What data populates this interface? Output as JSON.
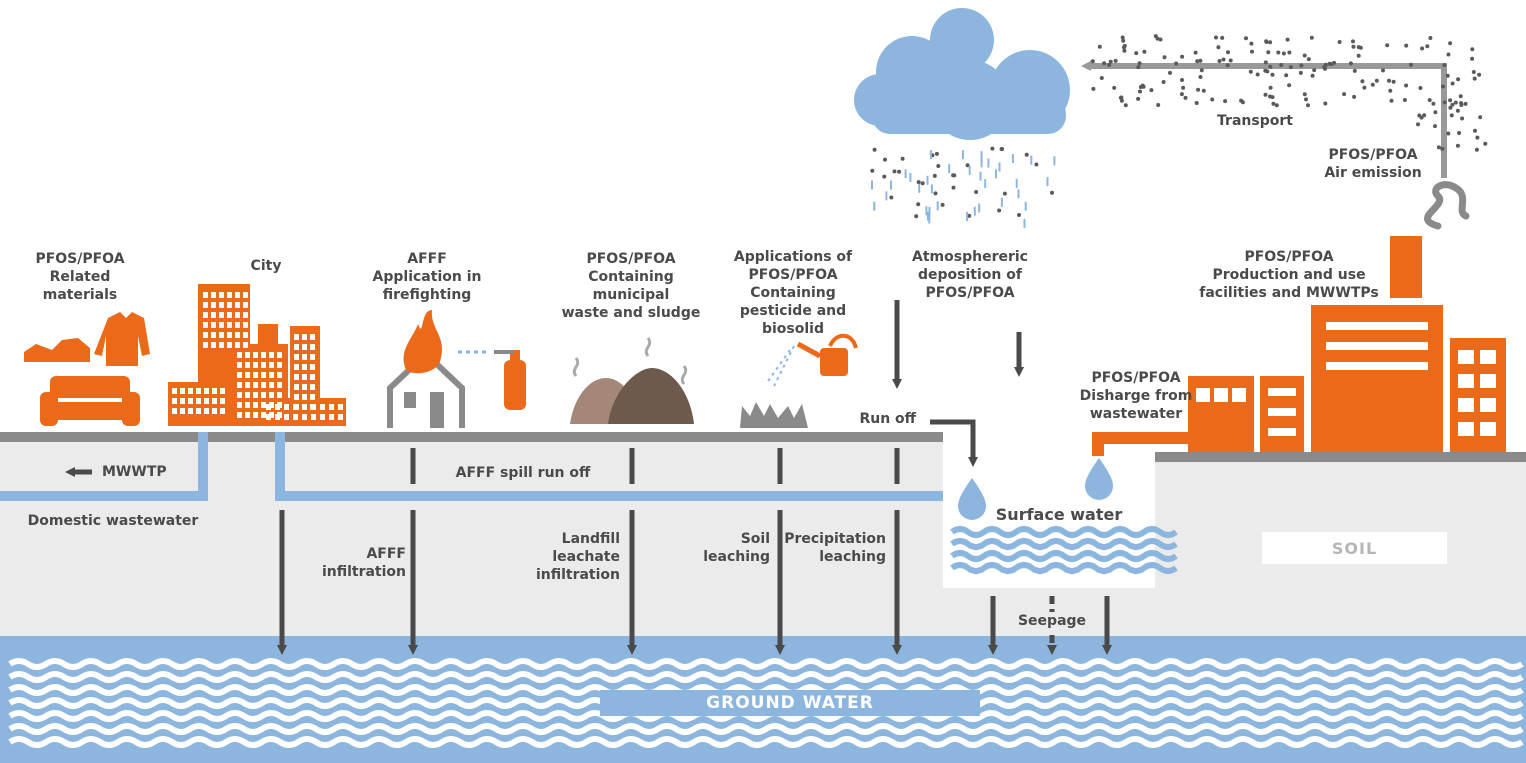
{
  "colors": {
    "orange": "#ea6a1a",
    "brown_light": "#a48777",
    "brown_dark": "#6e5a4c",
    "water_blue": "#8db6df",
    "ground_gray": "#ebebeb",
    "surface_gray": "#8a8a8a",
    "arrow_dark": "#4a4a4a",
    "text": "#4a4a4a"
  },
  "icons": [
    "shoe-icon",
    "shirt-icon",
    "sofa-icon",
    "city-buildings-icon",
    "burning-house-icon",
    "fire-extinguisher-icon",
    "waste-pile-icon",
    "watering-can-icon",
    "cloud-icon",
    "rain-icon",
    "factory-icon",
    "smoke-icon",
    "water-drop-icon",
    "wave-icon"
  ],
  "labels": {
    "related_materials": "PFOS/PFOA\nRelated\nmaterials",
    "city": "City",
    "afff_firefighting": "AFFF\nApplication in\nfirefighting",
    "municipal_waste": "PFOS/PFOA\nContaining\nmunicipal\nwaste and sludge",
    "pesticide_biosolid": "Applications of\nPFOS/PFOA\nContaining\npesticide and\nbiosolid",
    "atmospheric_deposition": "Atmosphereric\ndeposition of\nPFOS/PFOA",
    "production_facilities": "PFOS/PFOA\nProduction and use\nfacilities and MWWTPs",
    "air_emission": "PFOS/PFOA\nAir emission",
    "transport": "Transport",
    "run_off": "Run off",
    "discharge_wastewater": "PFOS/PFOA\nDisharge from\nwastewater",
    "mwwtp": "MWWTP",
    "domestic_wastewater": "Domestic wastewater",
    "afff_spill_run_off": "AFFF spill run off",
    "afff_infiltration": "AFFF\ninfiltration",
    "landfill_leachate": "Landfill\nleachate\ninfiltration",
    "soil_leaching": "Soil\nleaching",
    "precipitation_leaching": "Precipitation\nleaching",
    "surface_water": "Surface water",
    "seepage": "Seepage",
    "soil": "SOIL",
    "ground_water": "GROUND WATER"
  }
}
